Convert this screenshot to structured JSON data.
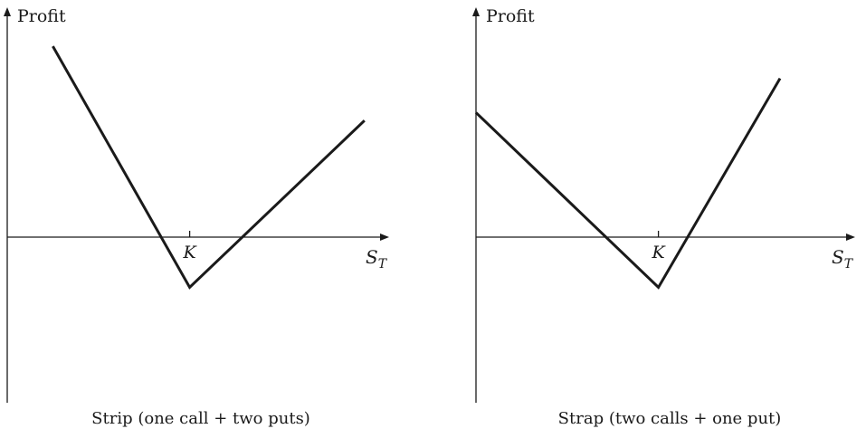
{
  "chart_data": [
    {
      "type": "line",
      "title": "Strip (one call + two puts)",
      "ylabel": "Profit",
      "xlabel": "S",
      "xlabel_subscript": "T",
      "tick_label": "K",
      "xlim": [
        0,
        100
      ],
      "ylim": [
        -75,
        100
      ],
      "x": [
        12,
        48,
        94
      ],
      "y": [
        95,
        -25,
        58
      ],
      "color": "#1a1a1a"
    },
    {
      "type": "line",
      "title": "Strap (two calls + one put)",
      "ylabel": "Profit",
      "xlabel": "S",
      "xlabel_subscript": "T",
      "tick_label": "K",
      "xlim": [
        0,
        100
      ],
      "ylim": [
        -75,
        100
      ],
      "x": [
        0,
        48,
        80
      ],
      "y": [
        62,
        -25,
        79
      ],
      "color": "#1a1a1a"
    }
  ]
}
